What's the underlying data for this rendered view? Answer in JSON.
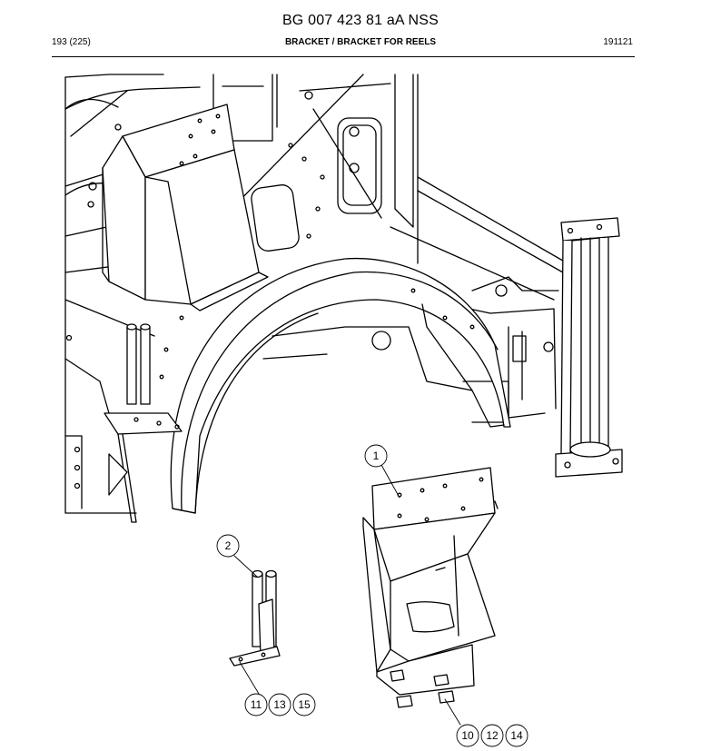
{
  "header": {
    "title": "BG 007 423 81 aA NSS",
    "page": "193 (225)",
    "subtitle": "BRACKET / BRACKET FOR REELS",
    "code": "191121"
  },
  "callouts": [
    "1",
    "2",
    "11",
    "13",
    "15",
    "10",
    "12",
    "14"
  ]
}
